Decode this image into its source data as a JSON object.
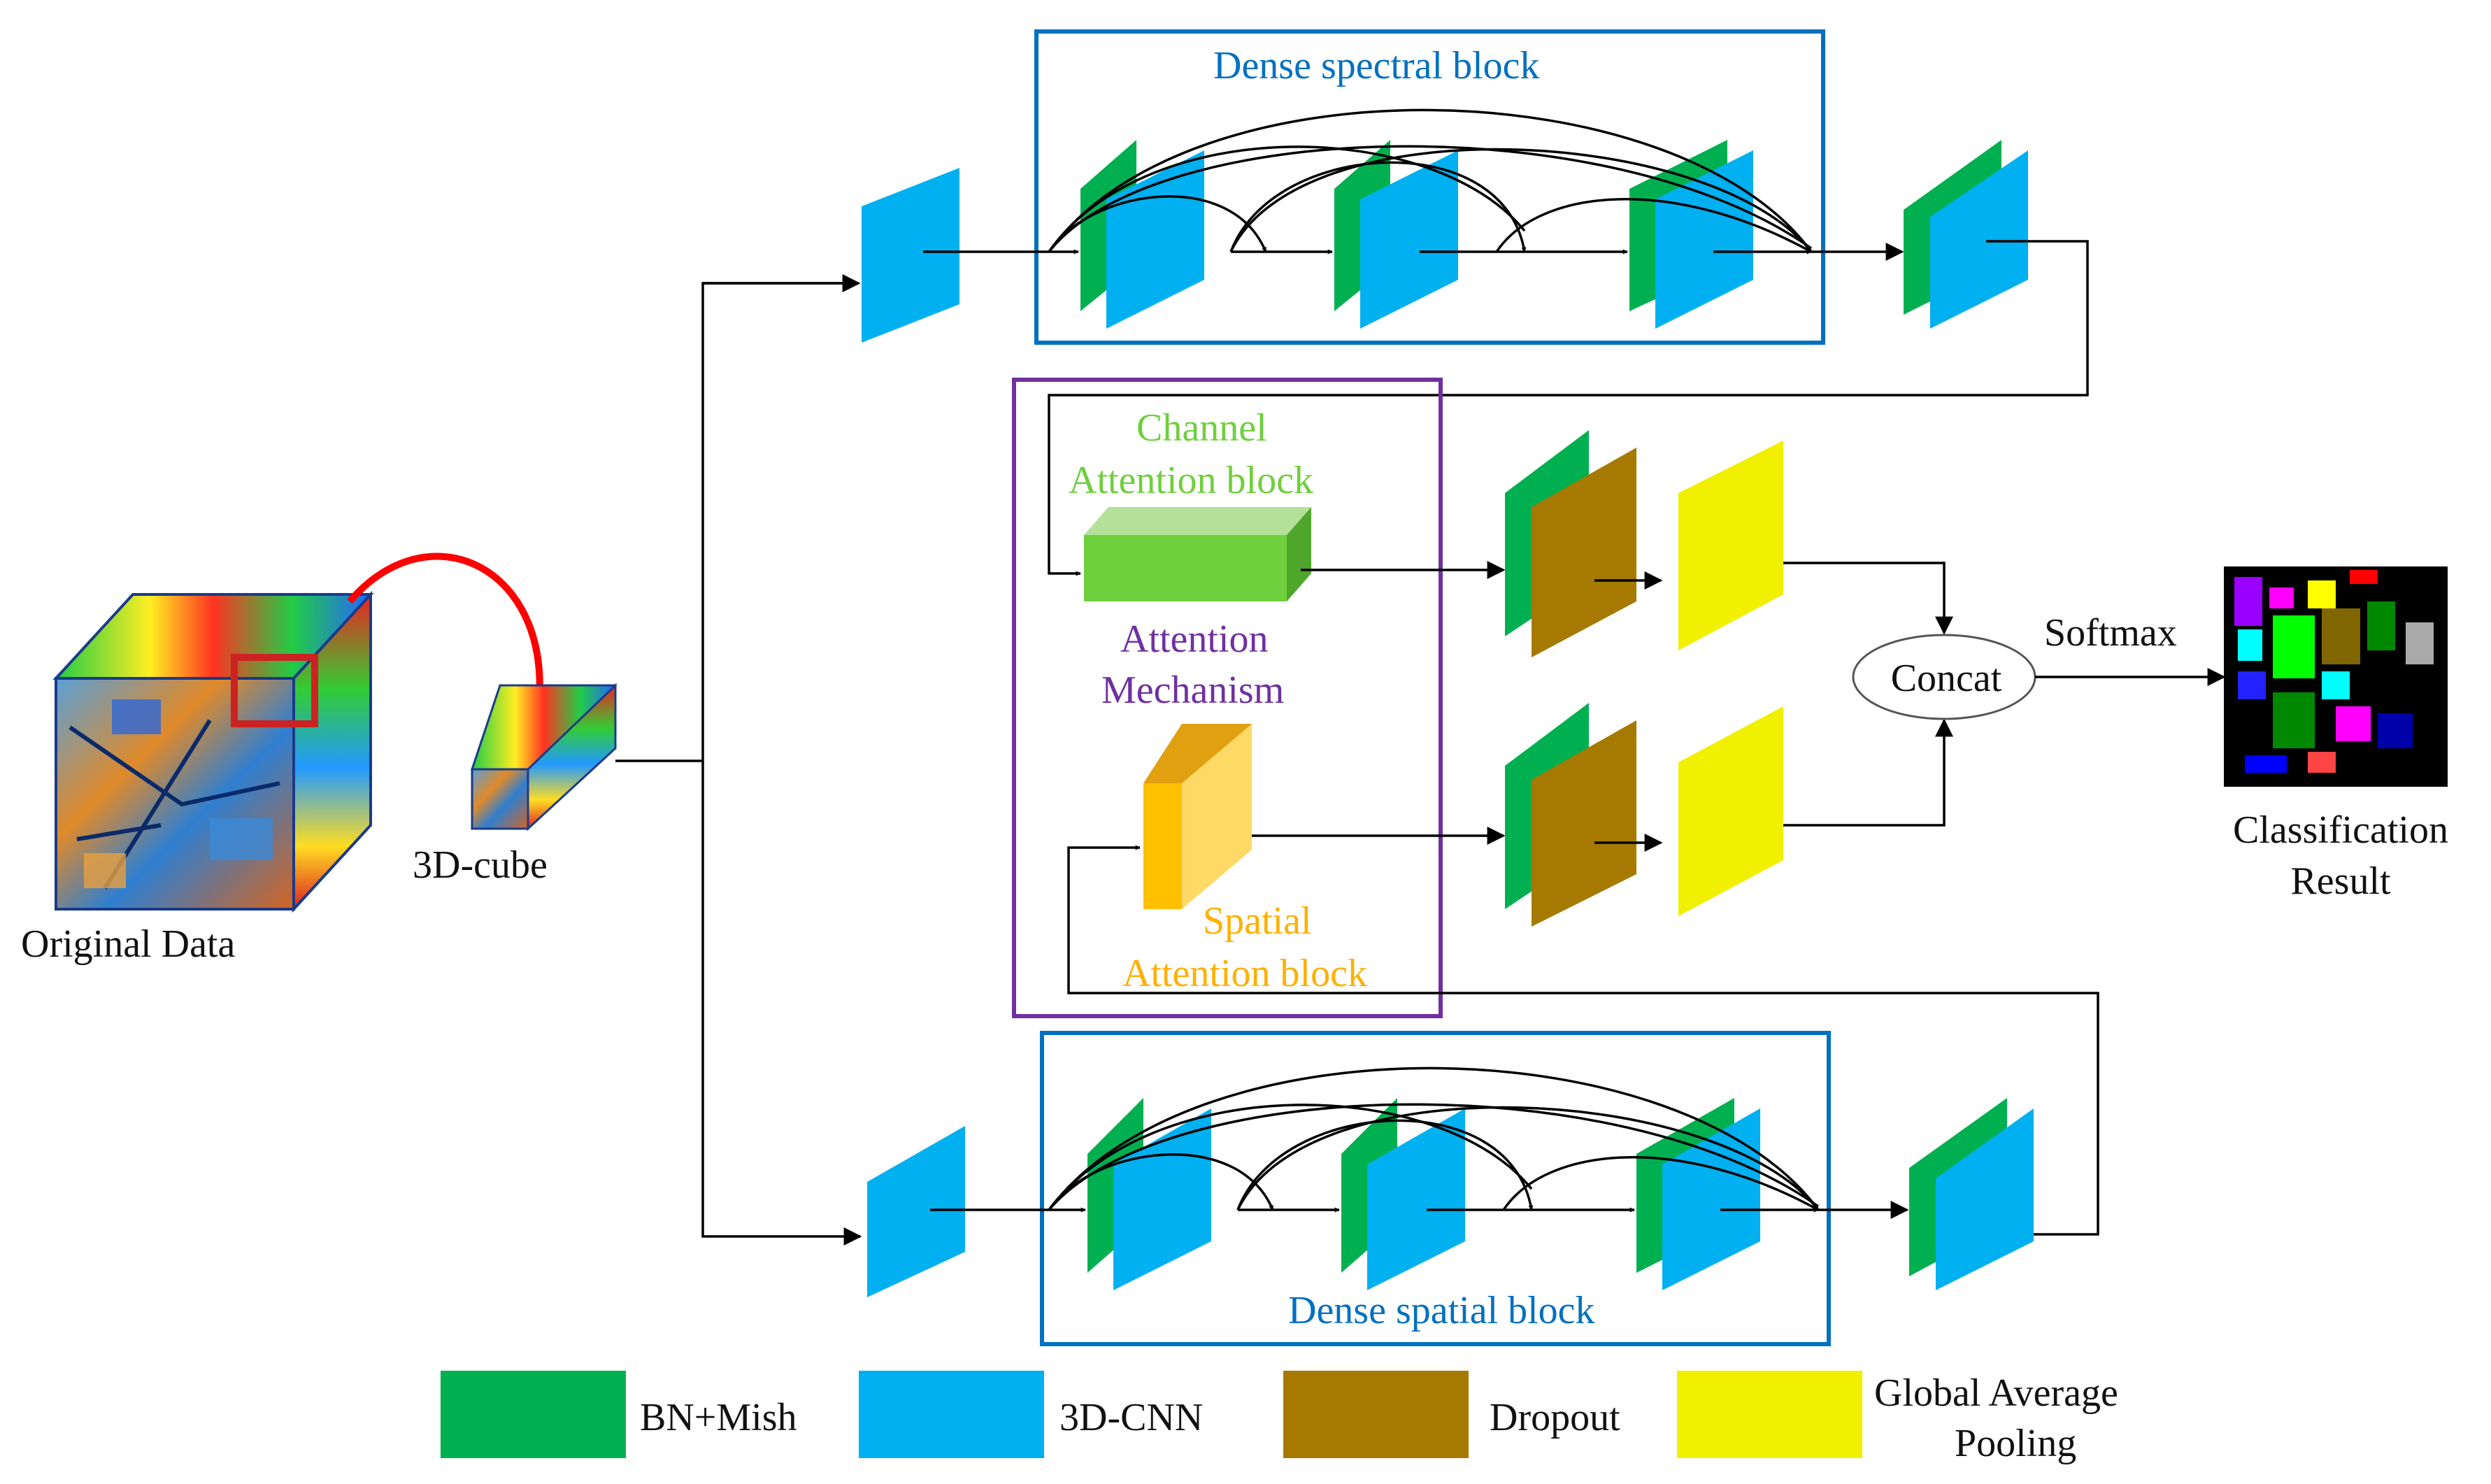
{
  "labels": {
    "original_data": "Original Data",
    "cube3d": "3D-cube",
    "dense_spectral": "Dense spectral block",
    "dense_spatial": "Dense spatial block",
    "channel_attn": [
      "Channel",
      "Attention block"
    ],
    "attn_mech": [
      "Attention",
      "Mechanism"
    ],
    "spatial_attn": [
      "Spatial",
      "Attention block"
    ],
    "concat": "Concat",
    "softmax": "Softmax",
    "result": [
      "Classification",
      "Result"
    ]
  },
  "legend": [
    {
      "label": "BN+Mish",
      "color": "#00b050"
    },
    {
      "label": "3D-CNN",
      "color": "#00b0f0"
    },
    {
      "label": "Dropout",
      "color": "#a67a00"
    },
    {
      "label": [
        "Global Average",
        "Pooling"
      ],
      "color": "#f0f000"
    }
  ],
  "colors": {
    "bn_mish": "#00b050",
    "cnn3d": "#00b0f0",
    "dropout": "#a67a00",
    "gap": "#f0f000",
    "dense_frame": "#0070c0",
    "attention_frame": "#7030a0",
    "selection_arrow": "#ff0000",
    "channel_block": "#6fcf3d",
    "spatial_block": "#ffc000"
  },
  "icons": [
    "hyperspectral-cube-icon",
    "classification-map-icon"
  ]
}
